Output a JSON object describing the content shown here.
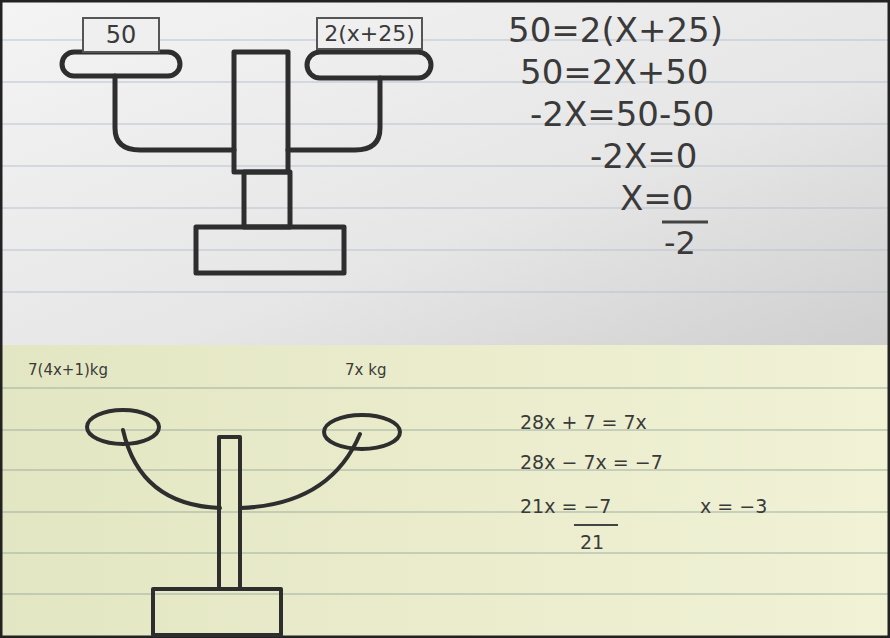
{
  "diagram": {
    "nodes": [
      {
        "text": [
          "50"
        ]
      },
      {
        "text": [
          "2(x+25)"
        ]
      }
    ],
    "labels": [
      "50=2(X+25)",
      "50=2X+50",
      "-2X=50-50",
      "-2X=0",
      "X=0",
      "-2",
      "7(4x+1)kg",
      "7x kg",
      "28x + 7 = 7x",
      "28x − 7x = −7",
      "21x = −7",
      "21",
      "x = −3"
    ]
  }
}
